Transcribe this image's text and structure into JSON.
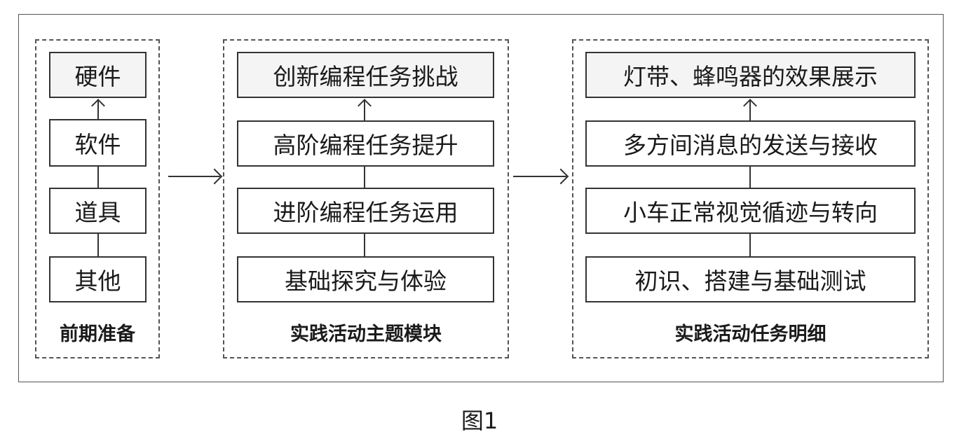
{
  "groups": [
    {
      "title": "前期准备",
      "items": [
        "硬件",
        "软件",
        "道具",
        "其他"
      ]
    },
    {
      "title": "实践活动主题模块",
      "items": [
        "创新编程任务挑战",
        "高阶编程任务提升",
        "进阶编程任务运用",
        "基础探究与体验"
      ]
    },
    {
      "title": "实践活动任务明细",
      "items": [
        "灯带、蜂鸣器的效果展示",
        "多方间消息的发送与接收",
        "小车正常视觉循迹与转向",
        "初识、搭建与基础测试"
      ]
    }
  ],
  "caption": "图1"
}
